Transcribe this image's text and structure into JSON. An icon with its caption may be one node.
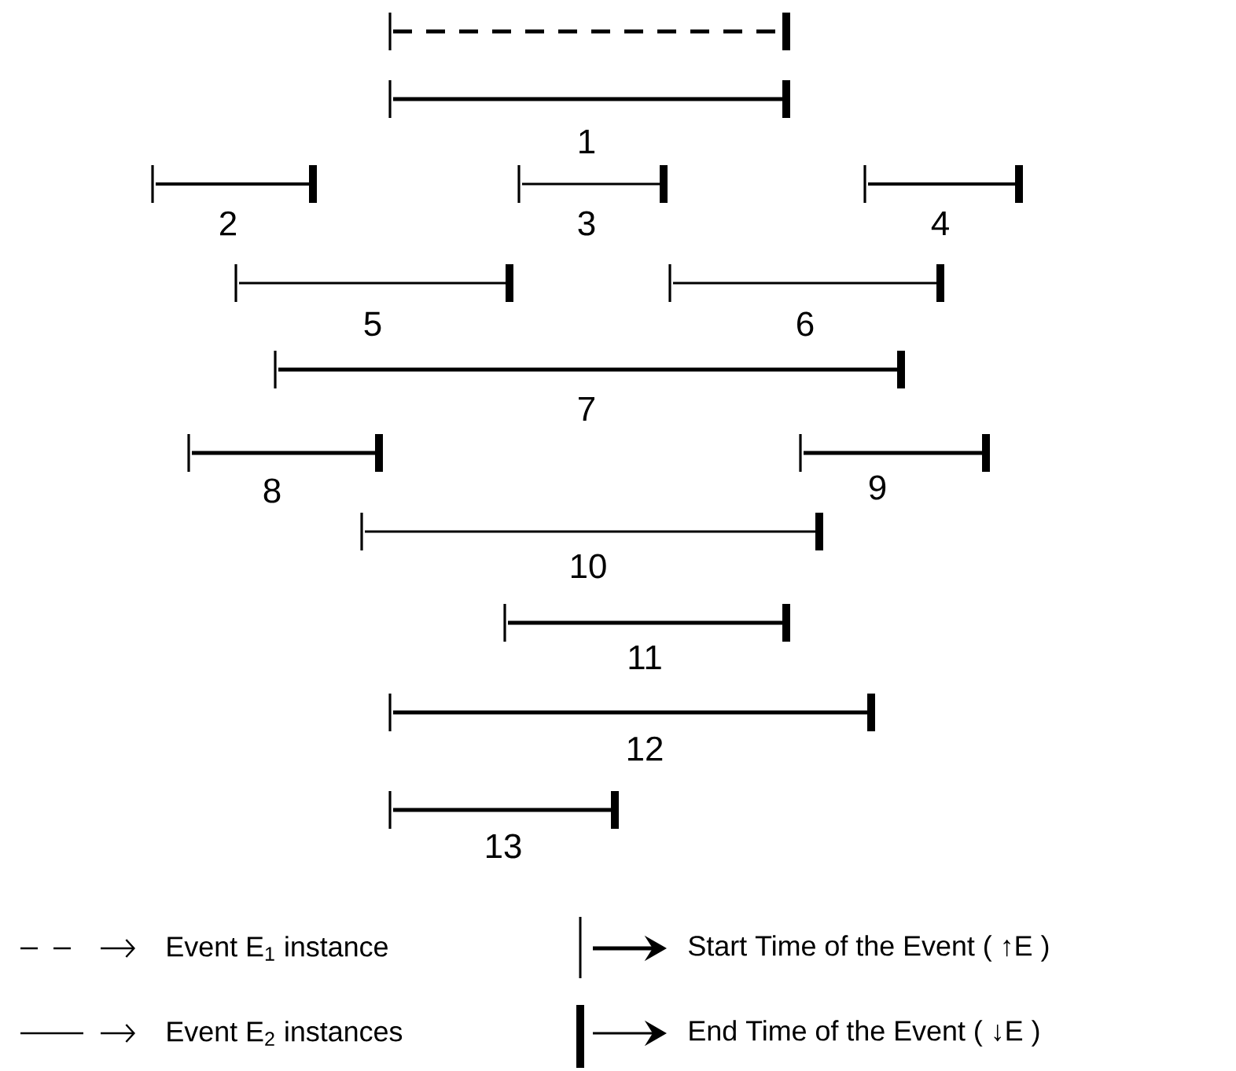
{
  "diagram": {
    "nodes": [
      {
        "text": [],
        "shape": "bar"
      },
      {
        "text": [],
        "shape": "bar",
        "beside": [
          "1"
        ]
      },
      {
        "text": [],
        "shape": "bar",
        "beside": [
          "2"
        ]
      },
      {
        "text": [],
        "shape": "bar",
        "beside": [
          "3"
        ]
      },
      {
        "text": [],
        "shape": "bar",
        "beside": [
          "4"
        ]
      },
      {
        "text": [],
        "shape": "bar",
        "beside": [
          "5"
        ]
      },
      {
        "text": [],
        "shape": "bar",
        "beside": [
          "6"
        ]
      },
      {
        "text": [],
        "shape": "bar",
        "beside": [
          "7"
        ]
      },
      {
        "text": [],
        "shape": "bar",
        "beside": [
          "8"
        ]
      },
      {
        "text": [],
        "shape": "bar",
        "beside": [
          "9"
        ]
      },
      {
        "text": [],
        "shape": "bar",
        "beside": [
          "10"
        ]
      },
      {
        "text": [],
        "shape": "bar",
        "beside": [
          "11"
        ]
      },
      {
        "text": [],
        "shape": "bar",
        "beside": [
          "12"
        ]
      },
      {
        "text": [],
        "shape": "bar",
        "beside": [
          "13"
        ]
      }
    ],
    "legend": [
      {
        "text": "Event E$_{1}$ instance"
      },
      {
        "text": "Event E$_{2}$ instances"
      },
      {
        "text": "Start Time of the Event ( ↑E )"
      },
      {
        "text": "End Time of the Event ( ↓E )"
      }
    ]
  }
}
